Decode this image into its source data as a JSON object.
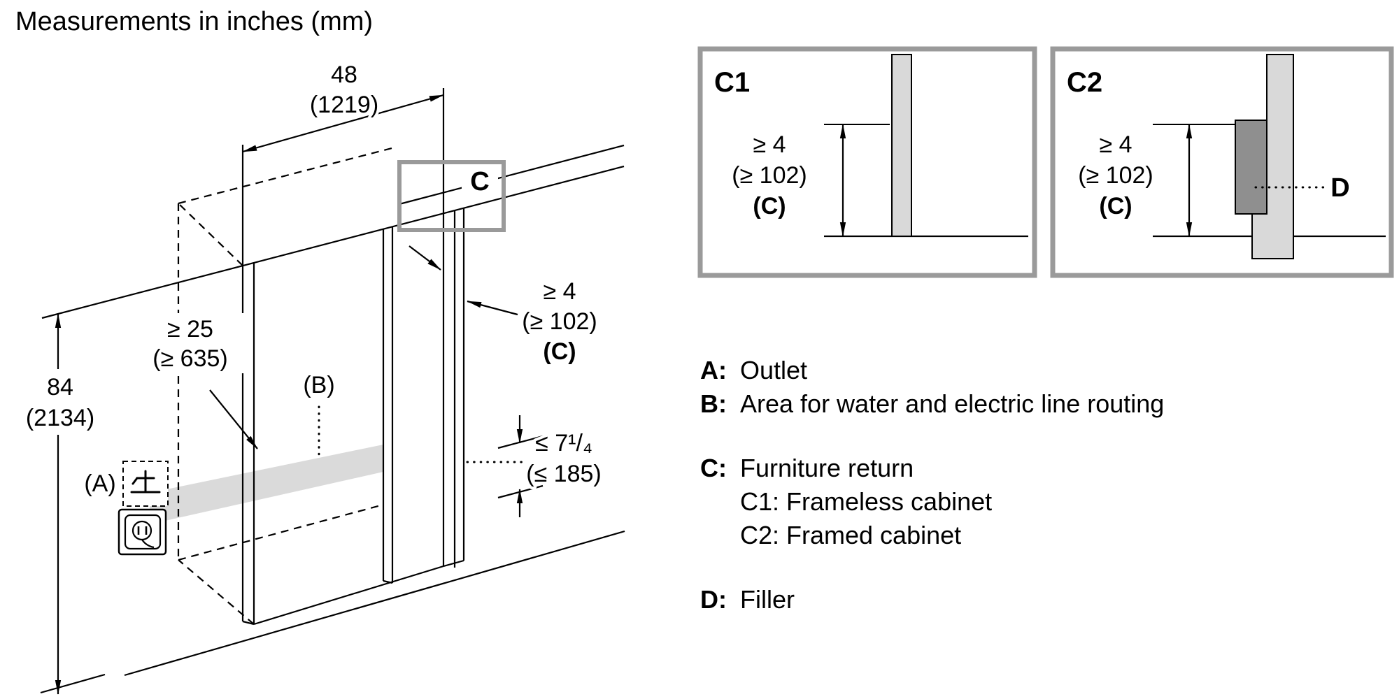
{
  "title": "Measurements in inches (mm)",
  "main_diagram": {
    "niche_width": {
      "value": "48",
      "mm": "(1219)"
    },
    "niche_height": {
      "value": "84",
      "mm": "(2134)"
    },
    "niche_depth": {
      "value": "≥ 25",
      "mm": "(≥ 635)"
    },
    "furniture_return": {
      "value": "≥ 4",
      "mm": "(≥ 102)",
      "ref": "(C)"
    },
    "routing_height": {
      "value": "≤ 7¹/₄",
      "mm": "(≤ 185)"
    },
    "label_a": "(A)",
    "label_b": "(B)",
    "label_c": "C"
  },
  "detail_c1": {
    "title": "C1",
    "dim": {
      "value": "≥ 4",
      "mm": "(≥ 102)",
      "ref": "(C)"
    }
  },
  "detail_c2": {
    "title": "C2",
    "dim": {
      "value": "≥ 4",
      "mm": "(≥ 102)",
      "ref": "(C)"
    },
    "filler_label": "D"
  },
  "legend": {
    "a": {
      "key": "A:",
      "text": "Outlet"
    },
    "b": {
      "key": "B:",
      "text": "Area for water and electric line routing"
    },
    "c": {
      "key": "C:",
      "text": "Furniture return"
    },
    "c1": {
      "text": "C1: Frameless cabinet"
    },
    "c2": {
      "text": "C2: Framed cabinet"
    },
    "d": {
      "key": "D:",
      "text": "Filler"
    }
  },
  "colors": {
    "detail_border": "#9a9a9a",
    "panel_fill": "#d9d9d9",
    "filler_fill": "#8f8f8f",
    "routing_band": "#dadada",
    "line": "#000000"
  }
}
